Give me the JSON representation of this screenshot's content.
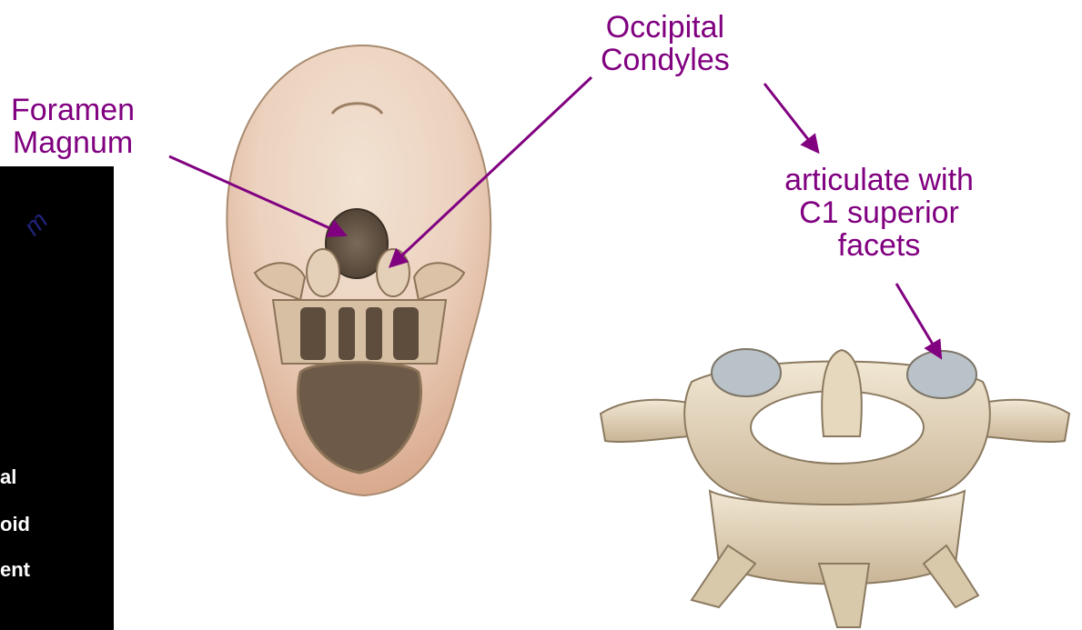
{
  "labels": {
    "foramen": [
      "Foramen",
      "Magnum"
    ],
    "occipital": [
      "Occipital",
      "Condyles"
    ],
    "articulate": [
      "articulate with",
      "C1 superior",
      "facets"
    ]
  },
  "panel": {
    "watermark": "m",
    "fragments": [
      "al",
      "oid",
      "ent"
    ]
  },
  "colors": {
    "label": "#800080",
    "arrow": "#800080",
    "bone": "#e9dcc4",
    "bone_shadow": "#b9a78b",
    "skull_top": "#e9b39a",
    "panel_bg": "#000000"
  },
  "icons": {
    "skull": "skull-inferior-view-illustration",
    "atlas": "atlas-vertebra-c1-illustration"
  }
}
